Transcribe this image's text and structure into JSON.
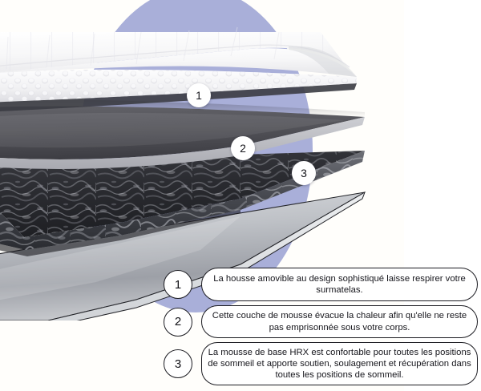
{
  "theme": {
    "background": "#fffefb",
    "circle_color": "#a9afd9",
    "outline_color": "#1c1c22",
    "badge_bg": "#ffffff",
    "text_color": "#16161c"
  },
  "diagram": {
    "name": "mattress-layer-cutaway",
    "markers": [
      {
        "id": "1",
        "label": "1"
      },
      {
        "id": "2",
        "label": "2"
      },
      {
        "id": "3",
        "label": "3"
      }
    ],
    "layers": [
      {
        "index": 1,
        "name": "removable-cover-layer",
        "appearance": "white quilted knit cover",
        "color": "#f2f2f3"
      },
      {
        "index": 2,
        "name": "cooling-foam-layer",
        "appearance": "dark grey foam slab",
        "color": "#4a4a4f"
      },
      {
        "index": 3,
        "name": "hrx-base-foam-layer",
        "appearance": "marbled black and grey foam",
        "color": "#2b2c30"
      },
      {
        "index": 4,
        "name": "base-plate-layer",
        "appearance": "light grey gradient base",
        "color": "#b9bcc1"
      }
    ]
  },
  "legend": {
    "items": [
      {
        "number": "1",
        "text": "La housse amovible au design sophistiqué laisse respirer votre surmatelas."
      },
      {
        "number": "2",
        "text": "Cette couche de mousse évacue la chaleur afin qu'elle ne reste pas emprisonnée sous votre corps."
      },
      {
        "number": "3",
        "text": "La mousse de base HRX est confortable pour toutes les positions de sommeil et apporte soutien, soulagement et récupération dans toutes les positions de sommeil."
      }
    ]
  }
}
